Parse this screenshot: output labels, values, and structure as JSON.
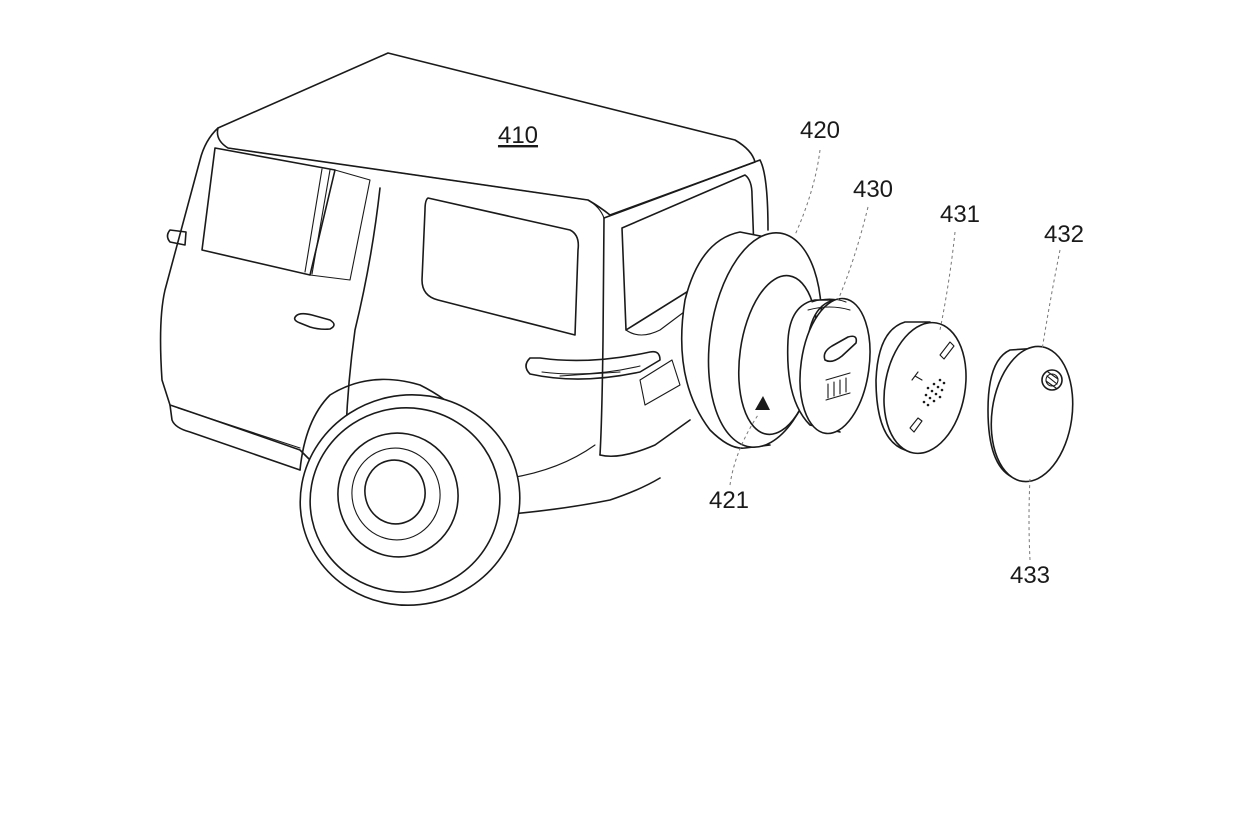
{
  "figure": {
    "labels": {
      "vehicle": "410",
      "spare_tire_mount": "420",
      "marker_421": "421",
      "hub_module": "430",
      "module_431": "431",
      "module_432": "432",
      "marker_433": "433"
    }
  }
}
